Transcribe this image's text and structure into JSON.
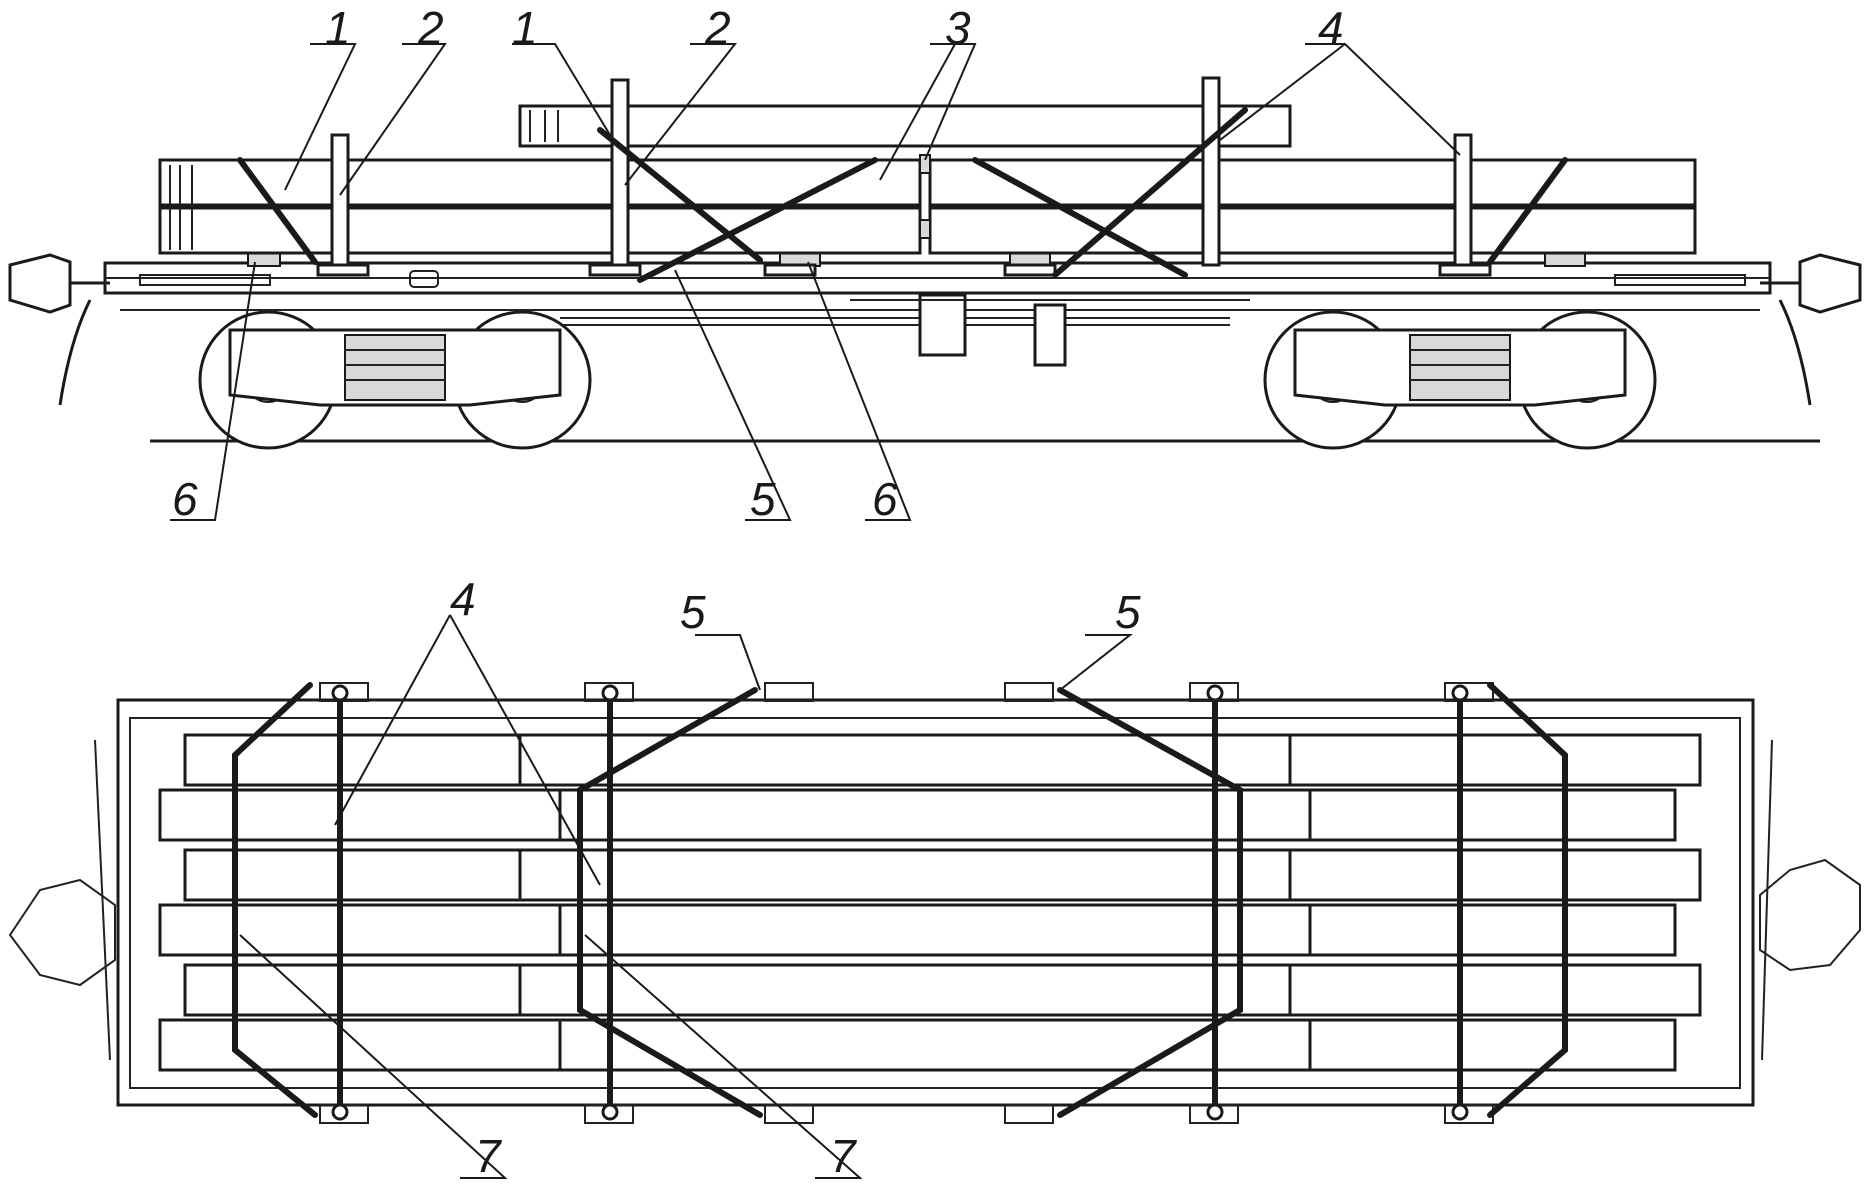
{
  "labels": {
    "side_view": [
      "1",
      "2",
      "1",
      "2",
      "3",
      "4",
      "6",
      "5",
      "6"
    ],
    "plan_view": [
      "4",
      "5",
      "5",
      "7",
      "7"
    ]
  }
}
